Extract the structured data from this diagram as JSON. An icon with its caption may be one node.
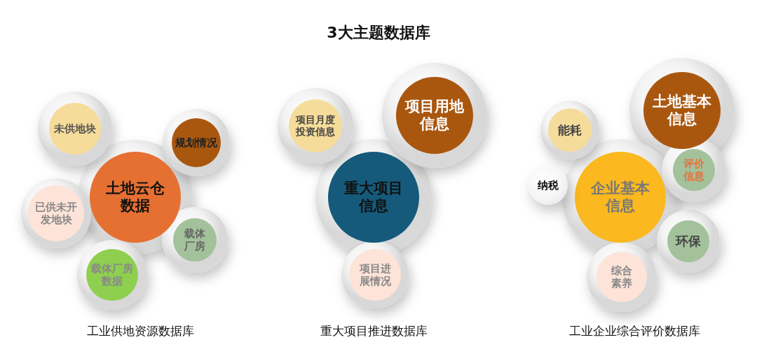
{
  "diagram": {
    "title": "3大主题数据库",
    "nodes": [
      {
        "text": [
          "未供地块"
        ]
      },
      {
        "text": [
          "规划情况"
        ]
      },
      {
        "text": [
          "土地云仓数据"
        ]
      },
      {
        "text": [
          "已供未开发地块"
        ]
      },
      {
        "text": [
          "载体厂房"
        ]
      },
      {
        "text": [
          "载体厂房数据"
        ]
      },
      {
        "text": [
          "项目月度投资信息"
        ]
      },
      {
        "text": [
          "项目用地信息"
        ]
      },
      {
        "text": [
          "重大项目信息"
        ]
      },
      {
        "text": [
          "项目进展情况"
        ]
      },
      {
        "text": [
          "能耗"
        ]
      },
      {
        "text": [
          "土地基本信息"
        ]
      },
      {
        "text": [
          "评价信息"
        ]
      },
      {
        "text": [
          "纳税"
        ]
      },
      {
        "text": [
          "企业基本信息"
        ]
      },
      {
        "text": [
          "环保"
        ]
      },
      {
        "text": [
          "综合素养"
        ]
      }
    ],
    "edges": [],
    "labels": [
      "工业供地资源数据库",
      "重大项目推进数据库",
      "工业企业综合评价数据库"
    ]
  }
}
